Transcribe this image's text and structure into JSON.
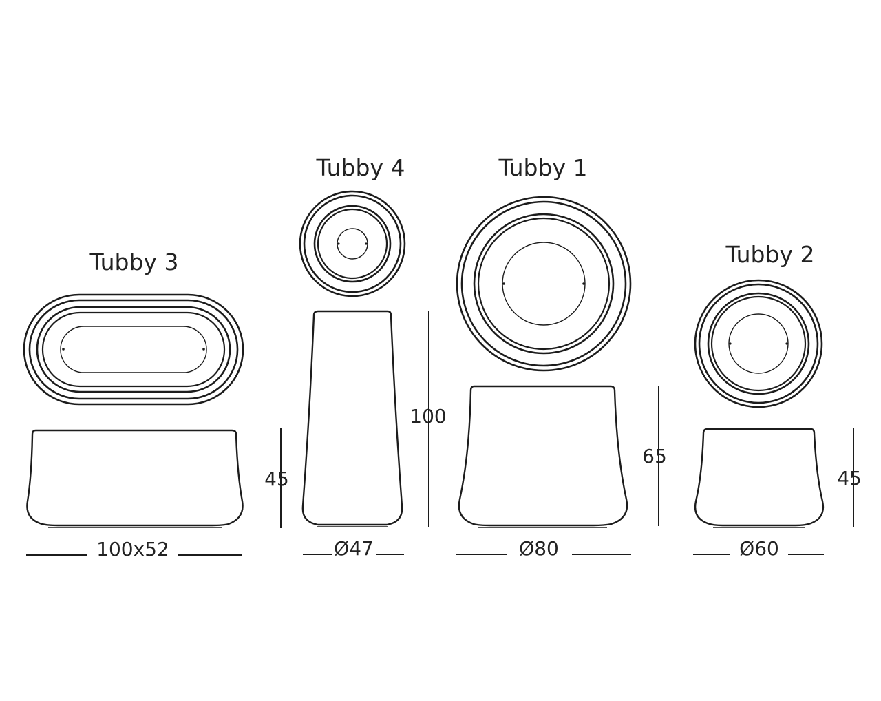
{
  "products": {
    "tubby3": {
      "title": "Tubby 3",
      "height": "45",
      "size": "100x52"
    },
    "tubby4": {
      "title": "Tubby 4",
      "height": "100",
      "size": "Ø47"
    },
    "tubby1": {
      "title": "Tubby 1",
      "height": "65",
      "size": "Ø80"
    },
    "tubby2": {
      "title": "Tubby 2",
      "height": "45",
      "size": "Ø60"
    }
  },
  "colors": {
    "line": "#1c1c1c",
    "background": "#ffffff"
  }
}
